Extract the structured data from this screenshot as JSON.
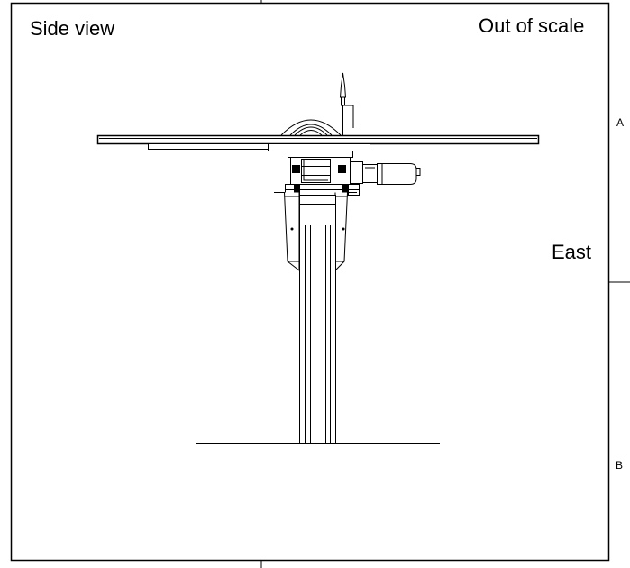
{
  "labels": {
    "view": "Side view",
    "scale": "Out of scale",
    "direction": "East"
  },
  "zone_markers": {
    "a": "A",
    "b": "B"
  },
  "colors": {
    "line": "#000000",
    "background": "#ffffff"
  }
}
